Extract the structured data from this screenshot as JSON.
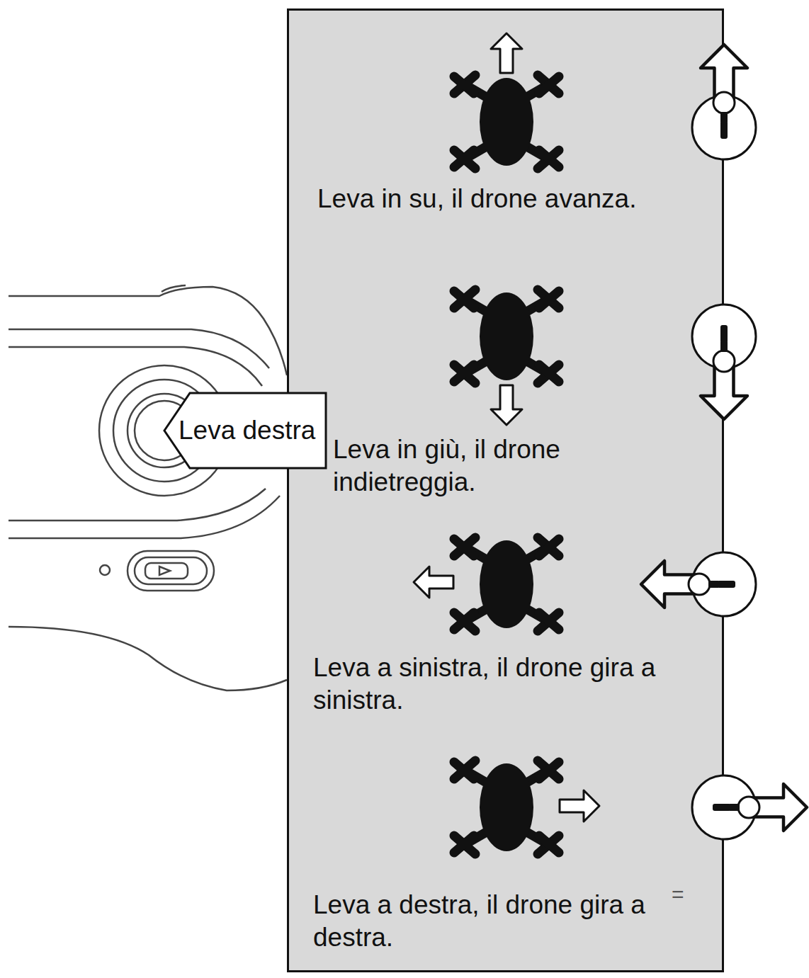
{
  "diagram": {
    "nodes": [
      {
        "text": [
          "Leva in su, il drone avanza.",
          "Leva in giù, il drone indietreggia.",
          "Leva a sinistra, il drone gira a sinistra.",
          "Leva a destra, il drone gira a destra."
        ]
      },
      {
        "text": [
          "Leva destra"
        ]
      }
    ],
    "labels": [
      "="
    ]
  }
}
